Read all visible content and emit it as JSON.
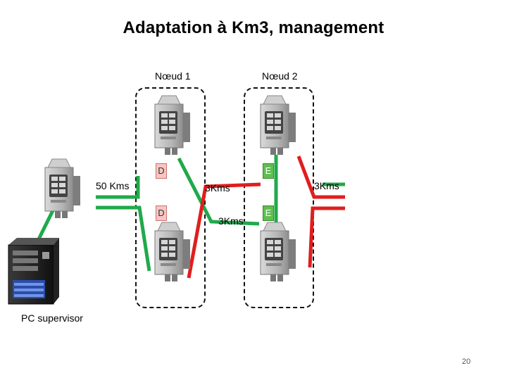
{
  "slide": {
    "title": "Adaptation à Km3, management",
    "node1_label": "Nœud 1",
    "node2_label": "Nœud 2",
    "pc_label": "PC supervisor",
    "page_number": "20"
  },
  "links": {
    "dist_50": "50 Kms",
    "dist_3_mid_top": "3Kms",
    "dist_3_mid_bottom": "3Kms",
    "dist_3_right": "3Kms"
  },
  "ports": {
    "node1_top": "D",
    "node1_bottom": "D",
    "node2_top": "E",
    "node2_bottom": "E"
  },
  "colors": {
    "green_link": "#1faa4a",
    "red_link": "#e01e1e",
    "switch_body": "#b9b9b9"
  }
}
